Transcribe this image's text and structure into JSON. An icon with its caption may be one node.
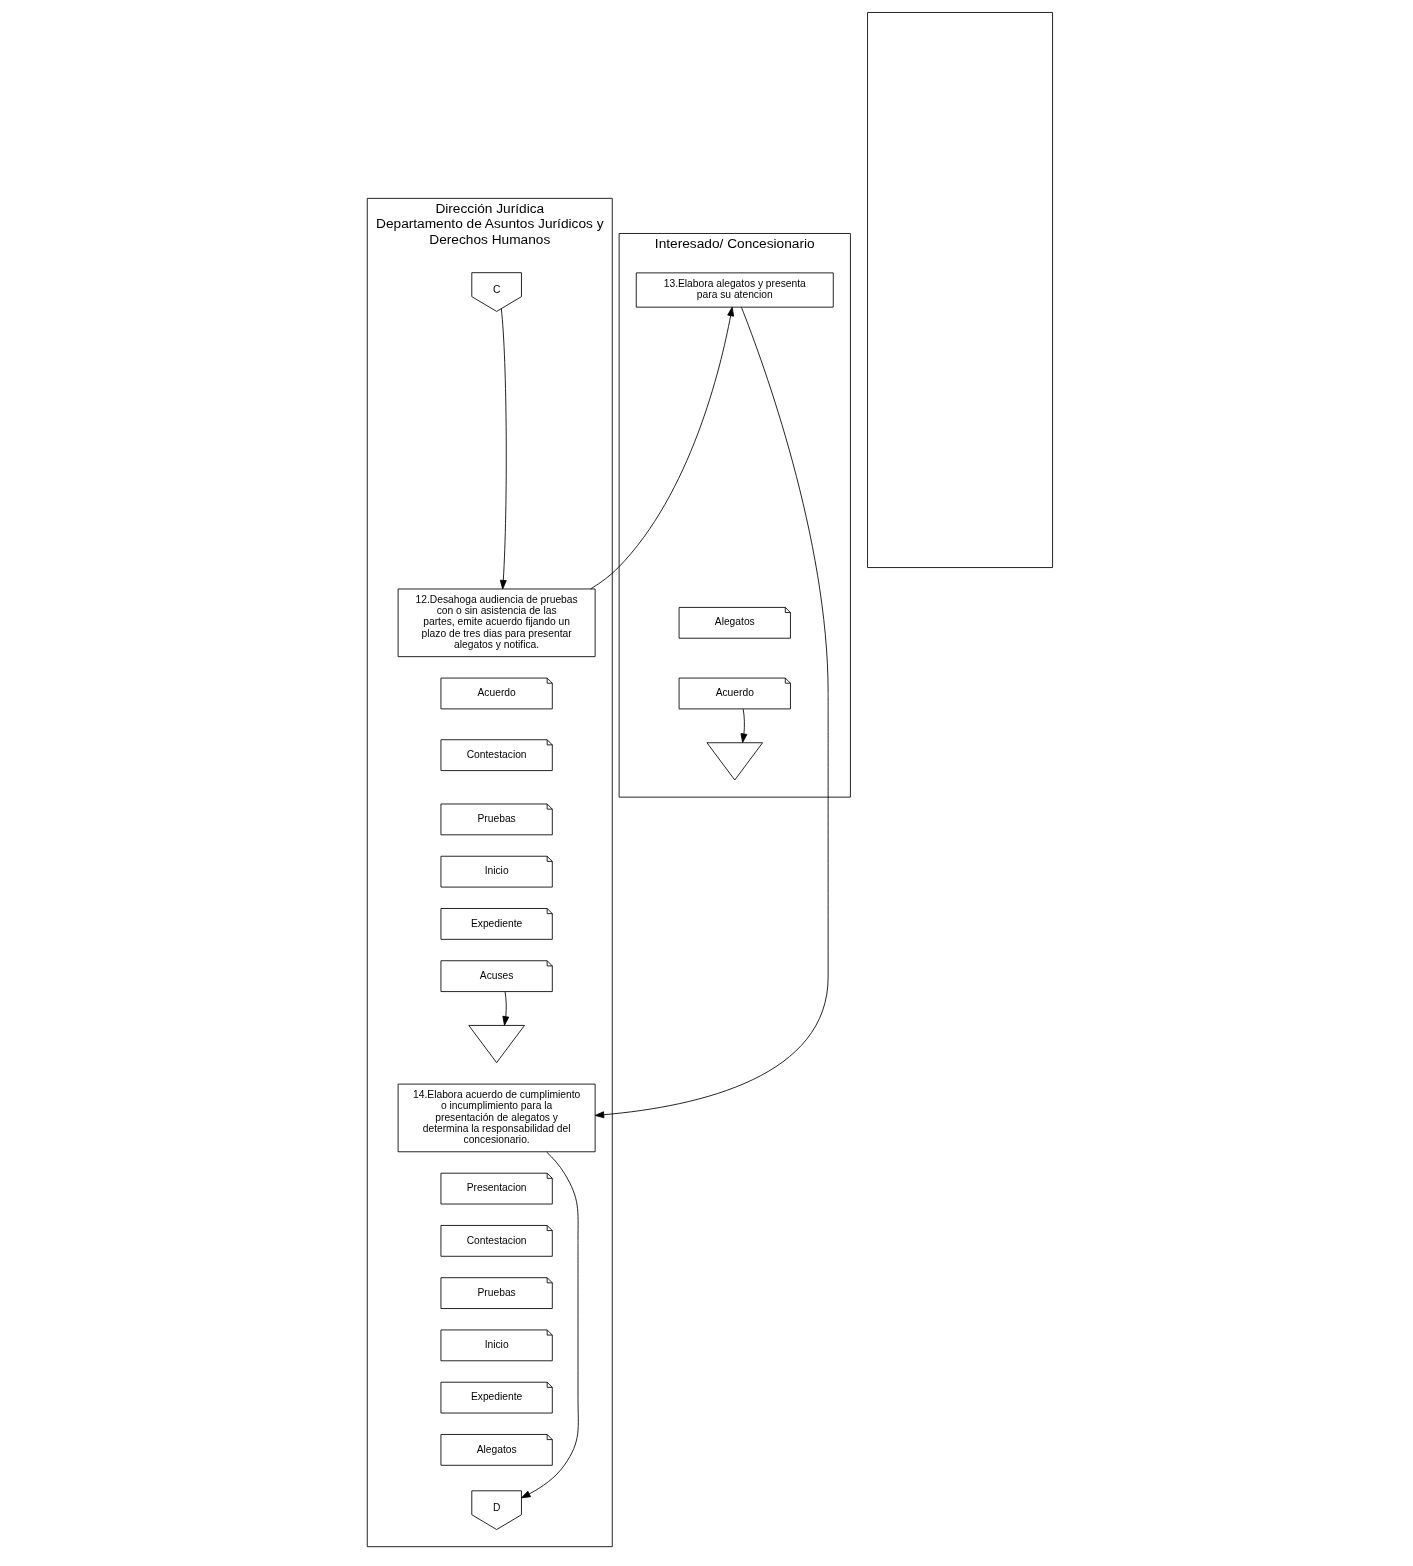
{
  "diagram": {
    "nodes": [
      {
        "text": [
          "Dirección Jurídica",
          "Departamento de Asuntos Jurídicos y Derechos Humanos"
        ]
      },
      {
        "text": [
          "C"
        ],
        "in": 0
      },
      {
        "text": [
          "12.Desahoga audiencia de pruebas con o sin asistencia de las partes, emite acuerdo fijando un plazo de tres dias para presentar alegatos y notifica."
        ],
        "in": 0
      },
      {
        "text": [
          "Acuerdo"
        ],
        "in": 0
      },
      {
        "text": [
          "Contestacion"
        ],
        "in": 0
      },
      {
        "text": [
          "Pruebas"
        ],
        "in": 0
      },
      {
        "text": [
          "Inicio"
        ],
        "in": 0
      },
      {
        "text": [
          "Expediente"
        ],
        "in": 0
      },
      {
        "text": [
          "Acuses"
        ],
        "in": 0
      },
      {
        "text": [],
        "shape": "triangle",
        "in": 0
      },
      {
        "text": [
          "14.Elabora acuerdo de cumplimiento o incumplimiento para la presentación de alegatos y determina la responsabilidad del concesionario."
        ],
        "in": 0
      },
      {
        "text": [
          "Presentacion"
        ],
        "in": 0
      },
      {
        "text": [
          "Contestacion"
        ],
        "in": 0
      },
      {
        "text": [
          "Pruebas"
        ],
        "in": 0
      },
      {
        "text": [
          "Inicio"
        ],
        "in": 0
      },
      {
        "text": [
          "Expediente"
        ],
        "in": 0
      },
      {
        "text": [
          "Alegatos"
        ],
        "in": 0
      },
      {
        "text": [
          "D"
        ],
        "in": 0
      },
      {
        "text": [
          "Interesado/ Concesionario"
        ]
      },
      {
        "text": [
          "13.Elabora alegatos y presenta para su atencion"
        ],
        "in": 18
      },
      {
        "text": [
          "Alegatos"
        ],
        "in": 18
      },
      {
        "text": [
          "Acuerdo"
        ],
        "in": 18
      },
      {
        "text": [],
        "shape": "triangle",
        "in": 18
      },
      {
        "text": [],
        "shape": "box"
      }
    ],
    "edges": [
      {
        "from": 1,
        "to": 2,
        "arrow": "to"
      },
      {
        "from": 2,
        "to": 19,
        "arrow": "to"
      },
      {
        "from": 8,
        "to": 9,
        "arrow": "to"
      },
      {
        "from": 21,
        "to": 22,
        "arrow": "to"
      },
      {
        "from": 19,
        "to": 10,
        "arrow": "to"
      },
      {
        "from": 10,
        "to": 17,
        "arrow": "to"
      }
    ]
  }
}
